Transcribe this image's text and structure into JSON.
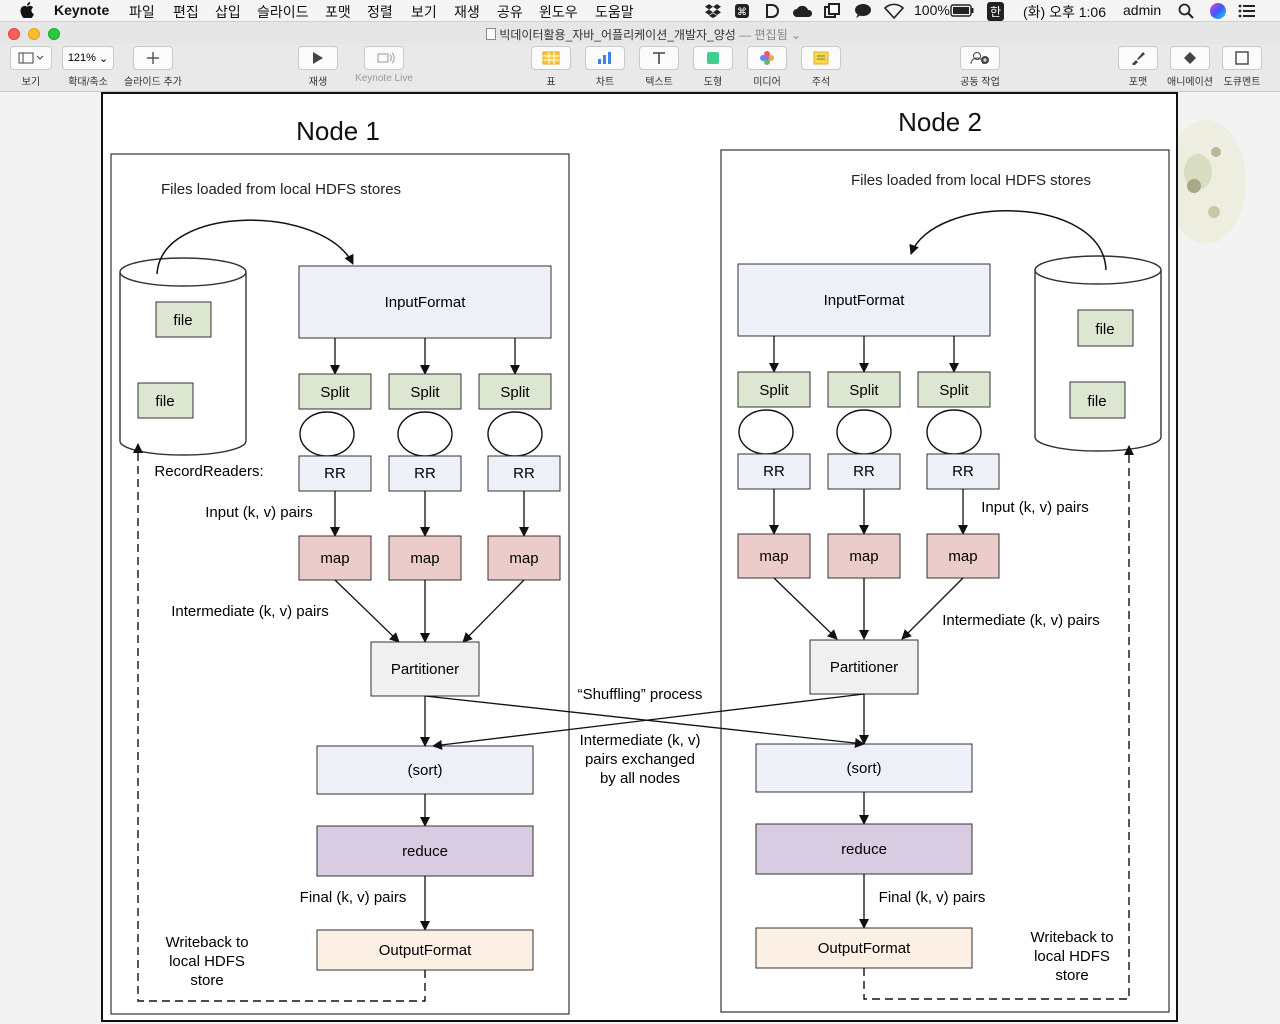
{
  "menubar": {
    "app": "Keynote",
    "items": [
      "파일",
      "편집",
      "삽입",
      "슬라이드",
      "포맷",
      "정렬",
      "보기",
      "재생",
      "공유",
      "윈도우",
      "도움말"
    ],
    "battery": "100%",
    "input_method": "한",
    "clock": "(화) 오후 1:06",
    "user": "admin"
  },
  "window": {
    "title": "빅데이터활용_자바_어플리케이션_개발자_양성",
    "status": "— 편집됨"
  },
  "toolbar": {
    "view": "보기",
    "zoom_value": "121%",
    "zoom": "확대/축소",
    "add_slide": "슬라이드 추가",
    "play": "재생",
    "keynote_live": "Keynote Live",
    "table": "표",
    "chart": "차트",
    "text": "텍스트",
    "shape": "도형",
    "media": "미디어",
    "comment": "주석",
    "collaborate": "공동 작업",
    "format": "포맷",
    "animate": "애니메이션",
    "document": "도큐멘트"
  },
  "diagram": {
    "node1": {
      "title": "Node 1",
      "files_label": "Files loaded from local HDFS stores",
      "file": "file",
      "input_format": "InputFormat",
      "split": "Split",
      "record_readers": "RecordReaders:",
      "rr": "RR",
      "input_pairs": "Input (k, v) pairs",
      "map": "map",
      "intermediate_pairs": "Intermediate (k, v) pairs",
      "partitioner": "Partitioner",
      "sort": "(sort)",
      "reduce": "reduce",
      "final_pairs": "Final (k, v) pairs",
      "output_format": "OutputFormat",
      "writeback": [
        "Writeback to",
        "local HDFS",
        "store"
      ]
    },
    "node2": {
      "title": "Node 2",
      "files_label": "Files loaded from local HDFS stores",
      "file": "file",
      "input_format": "InputFormat",
      "split": "Split",
      "rr": "RR",
      "input_pairs": "Input (k, v) pairs",
      "map": "map",
      "intermediate_pairs": "Intermediate (k, v) pairs",
      "partitioner": "Partitioner",
      "sort": "(sort)",
      "reduce": "reduce",
      "final_pairs": "Final (k, v) pairs",
      "output_format": "OutputFormat",
      "writeback": [
        "Writeback to",
        "local HDFS",
        "store"
      ]
    },
    "shuffle_label": "“Shuffling” process",
    "shuffle_desc": [
      "Intermediate (k, v)",
      "pairs exchanged",
      "by all nodes"
    ]
  },
  "colors": {
    "input_format": "#edf0f7",
    "split": "#dde6d0",
    "rr": "#edf0f7",
    "map": "#ecccca",
    "partitioner": "#f0f0f0",
    "sort": "#edf0f7",
    "reduce": "#d8cce2",
    "output_format": "#fcefe3",
    "file": "#dde6d0"
  }
}
